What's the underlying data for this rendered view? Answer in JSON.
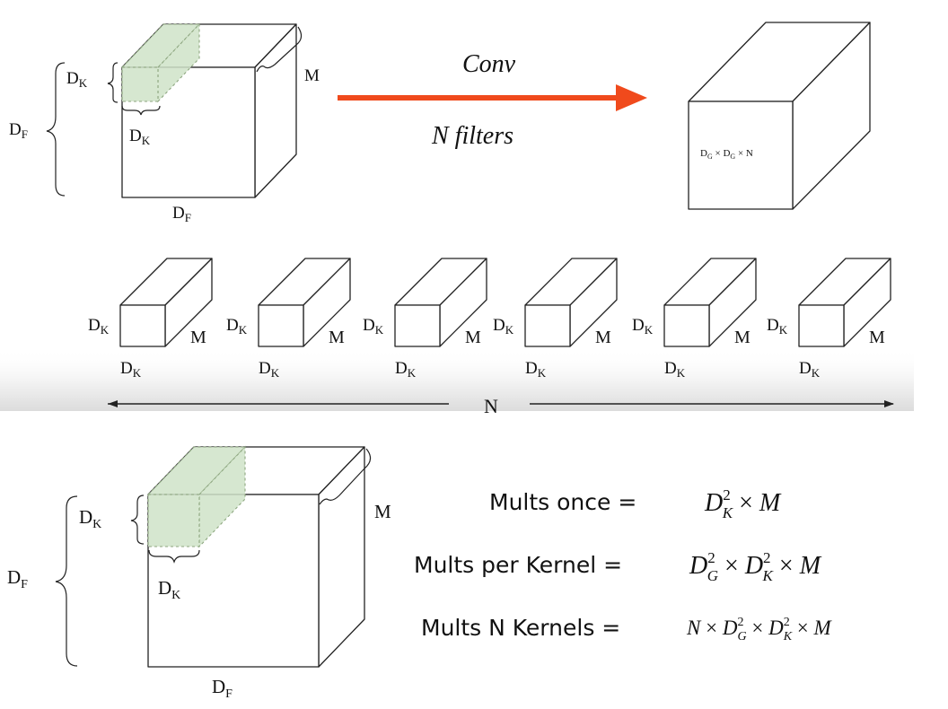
{
  "input_volume": {
    "height_label": "D",
    "height_sub": "F",
    "width_label": "D",
    "width_sub": "F",
    "depth_label": "M",
    "kernel_height_label": "D",
    "kernel_height_sub": "K",
    "kernel_width_label": "D",
    "kernel_width_sub": "K"
  },
  "arrow": {
    "top_label": "Conv",
    "bottom_label": "N filters",
    "color": "#f04a1c"
  },
  "output_volume": {
    "label_d1": "D",
    "label_d1_sub": "G",
    "label_times1": " × ",
    "label_d2": "D",
    "label_d2_sub": "G",
    "label_times2": " × ",
    "label_n": "N"
  },
  "filters": {
    "items": [
      {
        "h": "D",
        "h_sub": "K",
        "w": "D",
        "w_sub": "K",
        "d": "M"
      },
      {
        "h": "D",
        "h_sub": "K",
        "w": "D",
        "w_sub": "K",
        "d": "M"
      },
      {
        "h": "D",
        "h_sub": "K",
        "w": "D",
        "w_sub": "K",
        "d": "M"
      },
      {
        "h": "D",
        "h_sub": "K",
        "w": "D",
        "w_sub": "K",
        "d": "M"
      },
      {
        "h": "D",
        "h_sub": "K",
        "w": "D",
        "w_sub": "K",
        "d": "M"
      },
      {
        "h": "D",
        "h_sub": "K",
        "w": "D",
        "w_sub": "K",
        "d": "M"
      }
    ],
    "count_label": "N"
  },
  "input_volume_2": {
    "height_label": "D",
    "height_sub": "F",
    "width_label": "D",
    "width_sub": "F",
    "depth_label": "M",
    "kernel_height_label": "D",
    "kernel_height_sub": "K",
    "kernel_width_label": "D",
    "kernel_width_sub": "K"
  },
  "equations": {
    "once_label": "Mults once =",
    "once_formula": "D²_K × M",
    "per_kernel_label": "Mults per Kernel =",
    "per_kernel_formula": "D²_G × D²_K × M",
    "n_kernels_label": "Mults N Kernels =",
    "n_kernels_formula": "N × D²_G × D²_K × M"
  }
}
